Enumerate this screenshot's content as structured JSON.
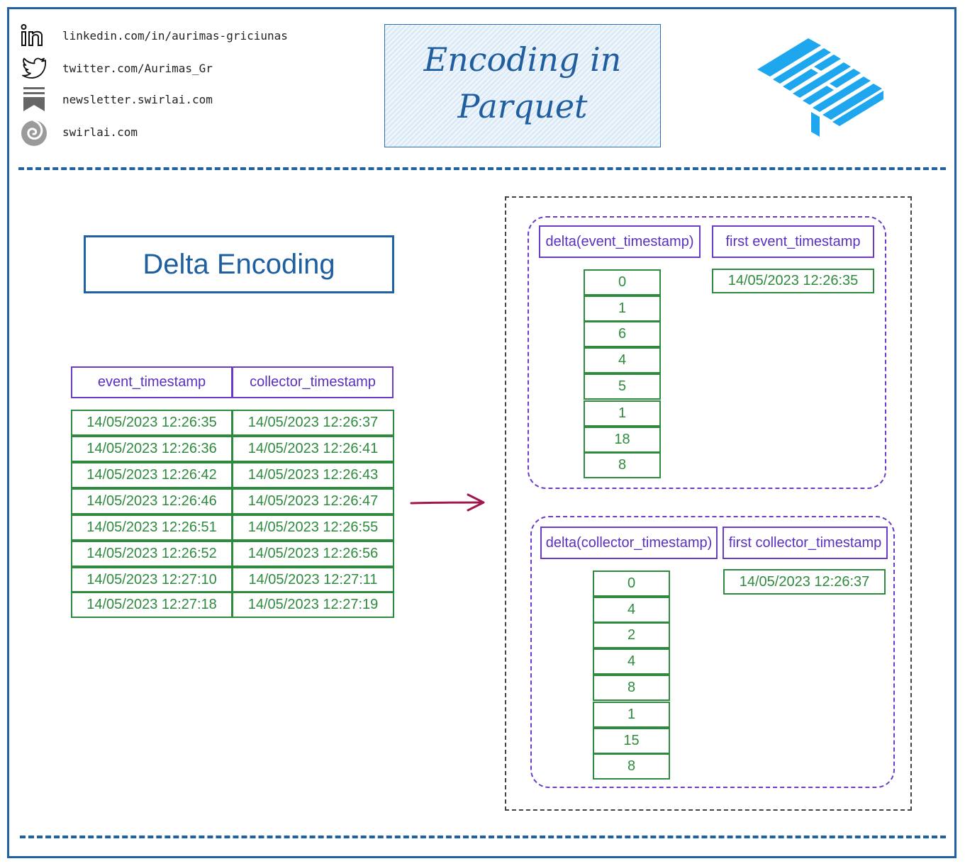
{
  "socials": [
    {
      "icon": "linkedin-icon",
      "text": "linkedin.com/in/aurimas-griciunas"
    },
    {
      "icon": "twitter-icon",
      "text": "twitter.com/Aurimas_Gr"
    },
    {
      "icon": "newsletter-icon",
      "text": "newsletter.swirlai.com"
    },
    {
      "icon": "swirl-icon",
      "text": "swirlai.com"
    }
  ],
  "title": {
    "line1": "Encoding in",
    "line2": "Parquet"
  },
  "section_title": "Delta Encoding",
  "source_table": {
    "headers": [
      "event_timestamp",
      "collector_timestamp"
    ],
    "rows": [
      [
        "14/05/2023 12:26:35",
        "14/05/2023 12:26:37"
      ],
      [
        "14/05/2023 12:26:36",
        "14/05/2023 12:26:41"
      ],
      [
        "14/05/2023 12:26:42",
        "14/05/2023 12:26:43"
      ],
      [
        "14/05/2023 12:26:46",
        "14/05/2023 12:26:47"
      ],
      [
        "14/05/2023 12:26:51",
        "14/05/2023 12:26:55"
      ],
      [
        "14/05/2023 12:26:52",
        "14/05/2023 12:26:56"
      ],
      [
        "14/05/2023 12:27:10",
        "14/05/2023 12:27:11"
      ],
      [
        "14/05/2023 12:27:18",
        "14/05/2023 12:27:19"
      ]
    ]
  },
  "event_group": {
    "delta_header": "delta(event_timestamp)",
    "first_header": "first event_timestamp",
    "first_value": "14/05/2023 12:26:35",
    "deltas": [
      "0",
      "1",
      "6",
      "4",
      "5",
      "1",
      "18",
      "8"
    ]
  },
  "collector_group": {
    "delta_header": "delta(collector_timestamp)",
    "first_header": "first collector_timestamp",
    "first_value": "14/05/2023 12:26:37",
    "deltas": [
      "0",
      "4",
      "2",
      "4",
      "8",
      "1",
      "15",
      "8"
    ]
  },
  "colors": {
    "frame": "#1f62a3",
    "header_text": "#5a2fc0",
    "value_text": "#2e8b3e",
    "arrow": "#a0184f",
    "logo": "#1ea7ee"
  }
}
